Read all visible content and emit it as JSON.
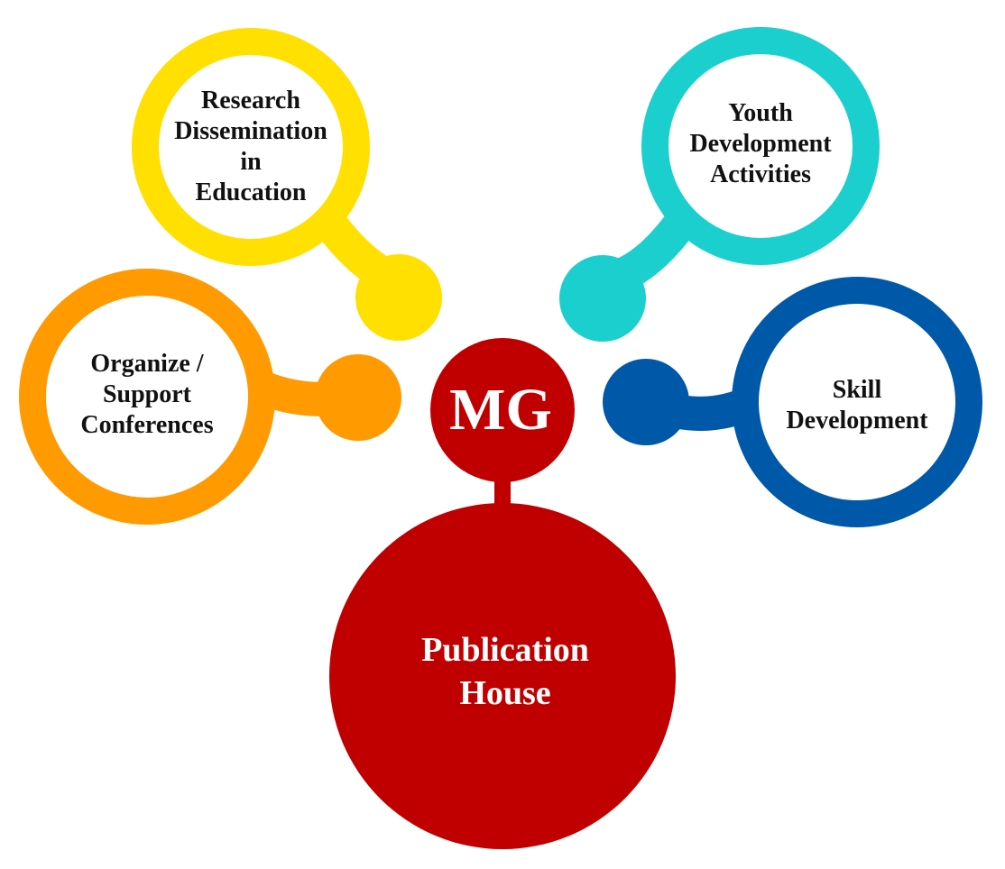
{
  "colors": {
    "center": "#c00000",
    "research": "#ffe000",
    "youth": "#1ccfcf",
    "conferences": "#ff9a00",
    "skill": "#0058a8"
  },
  "center": {
    "logo": "MG",
    "title_line1": "Publication",
    "title_line2": "House"
  },
  "nodes": {
    "research": {
      "lines": [
        "Research",
        "Dissemination",
        "in",
        "Education"
      ]
    },
    "youth": {
      "lines": [
        "Youth",
        "Development",
        "Activities"
      ]
    },
    "conferences": {
      "lines": [
        "Organize /",
        "Support",
        "Conferences"
      ]
    },
    "skill": {
      "lines": [
        "Skill",
        "Development"
      ]
    }
  }
}
